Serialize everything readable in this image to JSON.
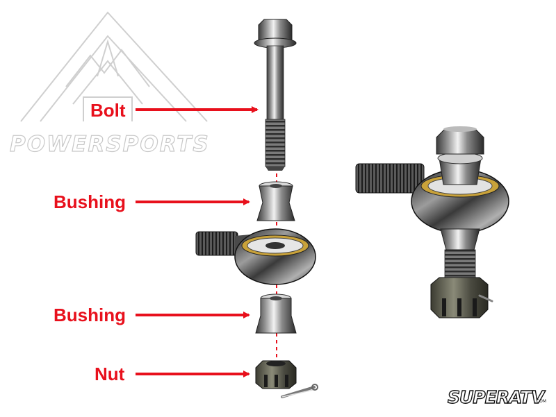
{
  "labels": {
    "bolt": "Bolt",
    "bushing_top": "Bushing",
    "bushing_bottom": "Bushing",
    "nut": "Nut"
  },
  "watermark": {
    "text": "POWERSPORTS"
  },
  "brand": {
    "logo": "SUPERATV",
    "suffix": ".COM"
  },
  "colors": {
    "label": "#e8101c",
    "arrow": "#e8101c",
    "watermark": "#c8c8c8",
    "metal_dark": "#2a2a2a",
    "metal_light": "#e0e0e0",
    "brass": "#c9a23a"
  }
}
